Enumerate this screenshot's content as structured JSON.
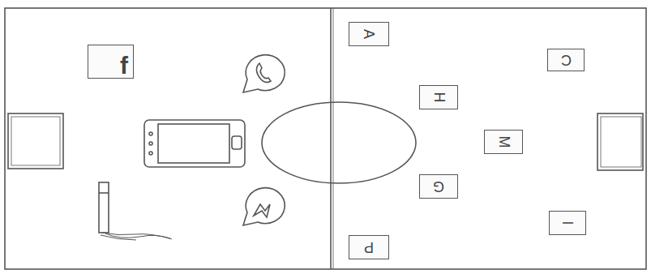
{
  "diagram": {
    "nodes": [
      {
        "text": [
          "f"
        ]
      },
      {
        "text": [
          "A"
        ]
      },
      {
        "text": [
          "C"
        ]
      },
      {
        "text": [
          "H"
        ]
      },
      {
        "text": [
          "M"
        ]
      },
      {
        "text": [
          "G"
        ]
      },
      {
        "text": [
          "I"
        ]
      },
      {
        "text": [
          "P"
        ]
      }
    ]
  }
}
